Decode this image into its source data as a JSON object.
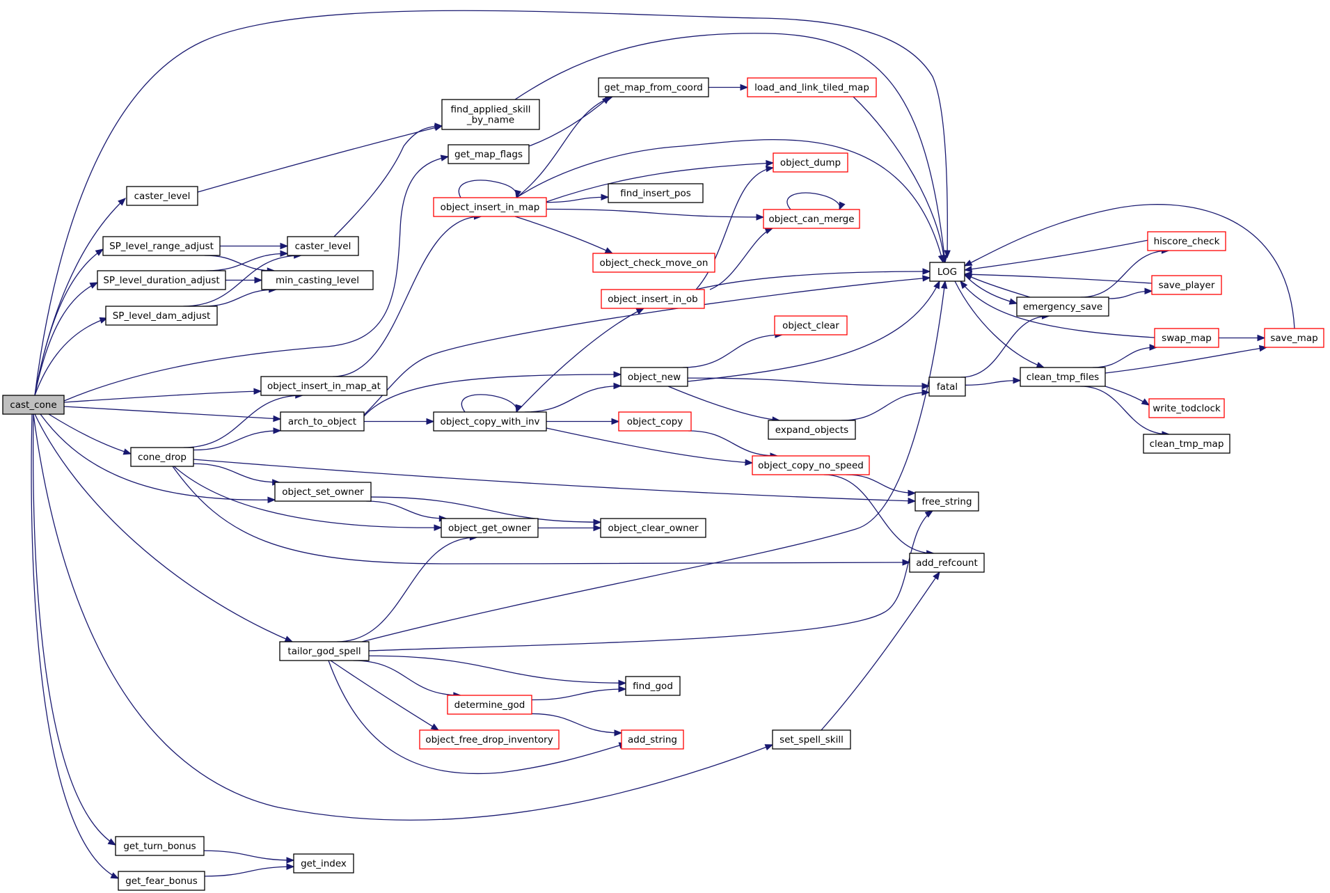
{
  "diagram": {
    "type": "call-graph",
    "root": "cast_cone",
    "colors": {
      "edge": "#191970",
      "node_border": "#000000",
      "truncated_node_border": "#ff0000",
      "root_fill": "#bfbfbf"
    },
    "nodes": [
      {
        "id": "cast_cone",
        "label": "cast_cone",
        "style": "root"
      },
      {
        "id": "find_applied_skill_by_name",
        "label": "find_applied_skill\n_by_name",
        "style": "normal"
      },
      {
        "id": "get_map_from_coord",
        "label": "get_map_from_coord",
        "style": "normal"
      },
      {
        "id": "load_and_link_tiled_map",
        "label": "load_and_link_tiled_map",
        "style": "truncated"
      },
      {
        "id": "get_map_flags",
        "label": "get_map_flags",
        "style": "normal"
      },
      {
        "id": "object_dump",
        "label": "object_dump",
        "style": "truncated"
      },
      {
        "id": "caster_level_1",
        "label": "caster_level",
        "style": "normal"
      },
      {
        "id": "object_insert_in_map",
        "label": "object_insert_in_map",
        "style": "truncated"
      },
      {
        "id": "find_insert_pos",
        "label": "find_insert_pos",
        "style": "normal"
      },
      {
        "id": "object_can_merge",
        "label": "object_can_merge",
        "style": "truncated"
      },
      {
        "id": "hiscore_check",
        "label": "hiscore_check",
        "style": "truncated"
      },
      {
        "id": "SP_level_range_adjust",
        "label": "SP_level_range_adjust",
        "style": "normal"
      },
      {
        "id": "caster_level_2",
        "label": "caster_level",
        "style": "normal"
      },
      {
        "id": "object_check_move_on",
        "label": "object_check_move_on",
        "style": "truncated"
      },
      {
        "id": "LOG",
        "label": "LOG",
        "style": "normal"
      },
      {
        "id": "SP_level_duration_adjust",
        "label": "SP_level_duration_adjust",
        "style": "normal"
      },
      {
        "id": "min_casting_level",
        "label": "min_casting_level",
        "style": "normal"
      },
      {
        "id": "save_player",
        "label": "save_player",
        "style": "truncated"
      },
      {
        "id": "object_insert_in_ob",
        "label": "object_insert_in_ob",
        "style": "truncated"
      },
      {
        "id": "emergency_save",
        "label": "emergency_save",
        "style": "normal"
      },
      {
        "id": "SP_level_dam_adjust",
        "label": "SP_level_dam_adjust",
        "style": "normal"
      },
      {
        "id": "object_clear",
        "label": "object_clear",
        "style": "truncated"
      },
      {
        "id": "swap_map",
        "label": "swap_map",
        "style": "truncated"
      },
      {
        "id": "save_map",
        "label": "save_map",
        "style": "truncated"
      },
      {
        "id": "object_new",
        "label": "object_new",
        "style": "normal"
      },
      {
        "id": "clean_tmp_files",
        "label": "clean_tmp_files",
        "style": "normal"
      },
      {
        "id": "object_insert_in_map_at",
        "label": "object_insert_in_map_at",
        "style": "normal"
      },
      {
        "id": "fatal",
        "label": "fatal",
        "style": "normal"
      },
      {
        "id": "arch_to_object",
        "label": "arch_to_object",
        "style": "normal"
      },
      {
        "id": "object_copy_with_inv",
        "label": "object_copy_with_inv",
        "style": "normal"
      },
      {
        "id": "object_copy",
        "label": "object_copy",
        "style": "truncated"
      },
      {
        "id": "write_todclock",
        "label": "write_todclock",
        "style": "truncated"
      },
      {
        "id": "expand_objects",
        "label": "expand_objects",
        "style": "normal"
      },
      {
        "id": "clean_tmp_map",
        "label": "clean_tmp_map",
        "style": "normal"
      },
      {
        "id": "cone_drop",
        "label": "cone_drop",
        "style": "normal"
      },
      {
        "id": "object_copy_no_speed",
        "label": "object_copy_no_speed",
        "style": "truncated"
      },
      {
        "id": "object_set_owner",
        "label": "object_set_owner",
        "style": "normal"
      },
      {
        "id": "free_string",
        "label": "free_string",
        "style": "normal"
      },
      {
        "id": "object_get_owner",
        "label": "object_get_owner",
        "style": "normal"
      },
      {
        "id": "object_clear_owner",
        "label": "object_clear_owner",
        "style": "normal"
      },
      {
        "id": "add_refcount",
        "label": "add_refcount",
        "style": "normal"
      },
      {
        "id": "tailor_god_spell",
        "label": "tailor_god_spell",
        "style": "normal"
      },
      {
        "id": "find_god",
        "label": "find_god",
        "style": "normal"
      },
      {
        "id": "determine_god",
        "label": "determine_god",
        "style": "truncated"
      },
      {
        "id": "set_spell_skill",
        "label": "set_spell_skill",
        "style": "normal"
      },
      {
        "id": "object_free_drop_inventory",
        "label": "object_free_drop_inventory",
        "style": "truncated"
      },
      {
        "id": "add_string",
        "label": "add_string",
        "style": "truncated"
      },
      {
        "id": "get_turn_bonus",
        "label": "get_turn_bonus",
        "style": "normal"
      },
      {
        "id": "get_index",
        "label": "get_index",
        "style": "normal"
      },
      {
        "id": "get_fear_bonus",
        "label": "get_fear_bonus",
        "style": "normal"
      }
    ],
    "edges": [
      {
        "from": "cast_cone",
        "to": "LOG"
      },
      {
        "from": "cast_cone",
        "to": "caster_level_1"
      },
      {
        "from": "cast_cone",
        "to": "SP_level_range_adjust"
      },
      {
        "from": "cast_cone",
        "to": "SP_level_duration_adjust"
      },
      {
        "from": "cast_cone",
        "to": "SP_level_dam_adjust"
      },
      {
        "from": "cast_cone",
        "to": "get_map_flags"
      },
      {
        "from": "cast_cone",
        "to": "object_insert_in_map_at"
      },
      {
        "from": "cast_cone",
        "to": "arch_to_object"
      },
      {
        "from": "cast_cone",
        "to": "cone_drop"
      },
      {
        "from": "cast_cone",
        "to": "object_set_owner"
      },
      {
        "from": "cast_cone",
        "to": "tailor_god_spell"
      },
      {
        "from": "cast_cone",
        "to": "set_spell_skill"
      },
      {
        "from": "cast_cone",
        "to": "get_turn_bonus"
      },
      {
        "from": "cast_cone",
        "to": "get_fear_bonus"
      },
      {
        "from": "caster_level_1",
        "to": "find_applied_skill_by_name"
      },
      {
        "from": "SP_level_range_adjust",
        "to": "caster_level_2"
      },
      {
        "from": "SP_level_range_adjust",
        "to": "min_casting_level"
      },
      {
        "from": "SP_level_duration_adjust",
        "to": "caster_level_2"
      },
      {
        "from": "SP_level_duration_adjust",
        "to": "min_casting_level"
      },
      {
        "from": "SP_level_dam_adjust",
        "to": "caster_level_2"
      },
      {
        "from": "SP_level_dam_adjust",
        "to": "min_casting_level"
      },
      {
        "from": "caster_level_2",
        "to": "find_applied_skill_by_name"
      },
      {
        "from": "find_applied_skill_by_name",
        "to": "LOG"
      },
      {
        "from": "get_map_flags",
        "to": "get_map_from_coord"
      },
      {
        "from": "get_map_from_coord",
        "to": "load_and_link_tiled_map"
      },
      {
        "from": "load_and_link_tiled_map",
        "to": "LOG"
      },
      {
        "from": "object_insert_in_map_at",
        "to": "object_insert_in_map"
      },
      {
        "from": "object_insert_in_map",
        "to": "object_insert_in_map"
      },
      {
        "from": "object_insert_in_map",
        "to": "get_map_from_coord"
      },
      {
        "from": "object_insert_in_map",
        "to": "LOG"
      },
      {
        "from": "object_insert_in_map",
        "to": "object_dump"
      },
      {
        "from": "object_insert_in_map",
        "to": "find_insert_pos"
      },
      {
        "from": "object_insert_in_map",
        "to": "object_can_merge"
      },
      {
        "from": "object_insert_in_map",
        "to": "object_check_move_on"
      },
      {
        "from": "object_can_merge",
        "to": "object_can_merge"
      },
      {
        "from": "object_insert_in_ob",
        "to": "object_dump"
      },
      {
        "from": "object_insert_in_ob",
        "to": "object_can_merge"
      },
      {
        "from": "object_insert_in_ob",
        "to": "LOG"
      },
      {
        "from": "arch_to_object",
        "to": "LOG"
      },
      {
        "from": "arch_to_object",
        "to": "object_new"
      },
      {
        "from": "arch_to_object",
        "to": "object_copy_with_inv"
      },
      {
        "from": "object_copy_with_inv",
        "to": "object_copy_with_inv"
      },
      {
        "from": "object_copy_with_inv",
        "to": "object_insert_in_ob"
      },
      {
        "from": "object_copy_with_inv",
        "to": "object_new"
      },
      {
        "from": "object_copy_with_inv",
        "to": "object_copy"
      },
      {
        "from": "object_copy_with_inv",
        "to": "object_copy_no_speed"
      },
      {
        "from": "object_copy",
        "to": "object_copy_no_speed"
      },
      {
        "from": "object_new",
        "to": "object_clear"
      },
      {
        "from": "object_new",
        "to": "LOG"
      },
      {
        "from": "object_new",
        "to": "fatal"
      },
      {
        "from": "object_new",
        "to": "expand_objects"
      },
      {
        "from": "expand_objects",
        "to": "fatal"
      },
      {
        "from": "fatal",
        "to": "emergency_save"
      },
      {
        "from": "fatal",
        "to": "clean_tmp_files"
      },
      {
        "from": "emergency_save",
        "to": "LOG"
      },
      {
        "from": "emergency_save",
        "to": "hiscore_check"
      },
      {
        "from": "emergency_save",
        "to": "save_player"
      },
      {
        "from": "hiscore_check",
        "to": "LOG"
      },
      {
        "from": "save_player",
        "to": "LOG"
      },
      {
        "from": "LOG",
        "to": "emergency_save"
      },
      {
        "from": "LOG",
        "to": "clean_tmp_files"
      },
      {
        "from": "swap_map",
        "to": "LOG"
      },
      {
        "from": "swap_map",
        "to": "save_map"
      },
      {
        "from": "save_map",
        "to": "LOG"
      },
      {
        "from": "clean_tmp_files",
        "to": "swap_map"
      },
      {
        "from": "clean_tmp_files",
        "to": "save_map"
      },
      {
        "from": "clean_tmp_files",
        "to": "write_todclock"
      },
      {
        "from": "clean_tmp_files",
        "to": "clean_tmp_map"
      },
      {
        "from": "object_copy_no_speed",
        "to": "free_string"
      },
      {
        "from": "object_copy_no_speed",
        "to": "add_refcount"
      },
      {
        "from": "cone_drop",
        "to": "object_insert_in_map_at"
      },
      {
        "from": "cone_drop",
        "to": "arch_to_object"
      },
      {
        "from": "cone_drop",
        "to": "free_string"
      },
      {
        "from": "cone_drop",
        "to": "object_set_owner"
      },
      {
        "from": "cone_drop",
        "to": "object_get_owner"
      },
      {
        "from": "cone_drop",
        "to": "add_refcount"
      },
      {
        "from": "object_set_owner",
        "to": "object_get_owner"
      },
      {
        "from": "object_set_owner",
        "to": "object_clear_owner"
      },
      {
        "from": "object_get_owner",
        "to": "object_clear_owner"
      },
      {
        "from": "tailor_god_spell",
        "to": "object_get_owner"
      },
      {
        "from": "tailor_god_spell",
        "to": "LOG"
      },
      {
        "from": "tailor_god_spell",
        "to": "free_string"
      },
      {
        "from": "tailor_god_spell",
        "to": "find_god"
      },
      {
        "from": "tailor_god_spell",
        "to": "determine_god"
      },
      {
        "from": "tailor_god_spell",
        "to": "object_free_drop_inventory"
      },
      {
        "from": "tailor_god_spell",
        "to": "add_string"
      },
      {
        "from": "determine_god",
        "to": "find_god"
      },
      {
        "from": "determine_god",
        "to": "add_string"
      },
      {
        "from": "set_spell_skill",
        "to": "add_refcount"
      },
      {
        "from": "get_turn_bonus",
        "to": "get_index"
      },
      {
        "from": "get_fear_bonus",
        "to": "get_index"
      }
    ]
  }
}
